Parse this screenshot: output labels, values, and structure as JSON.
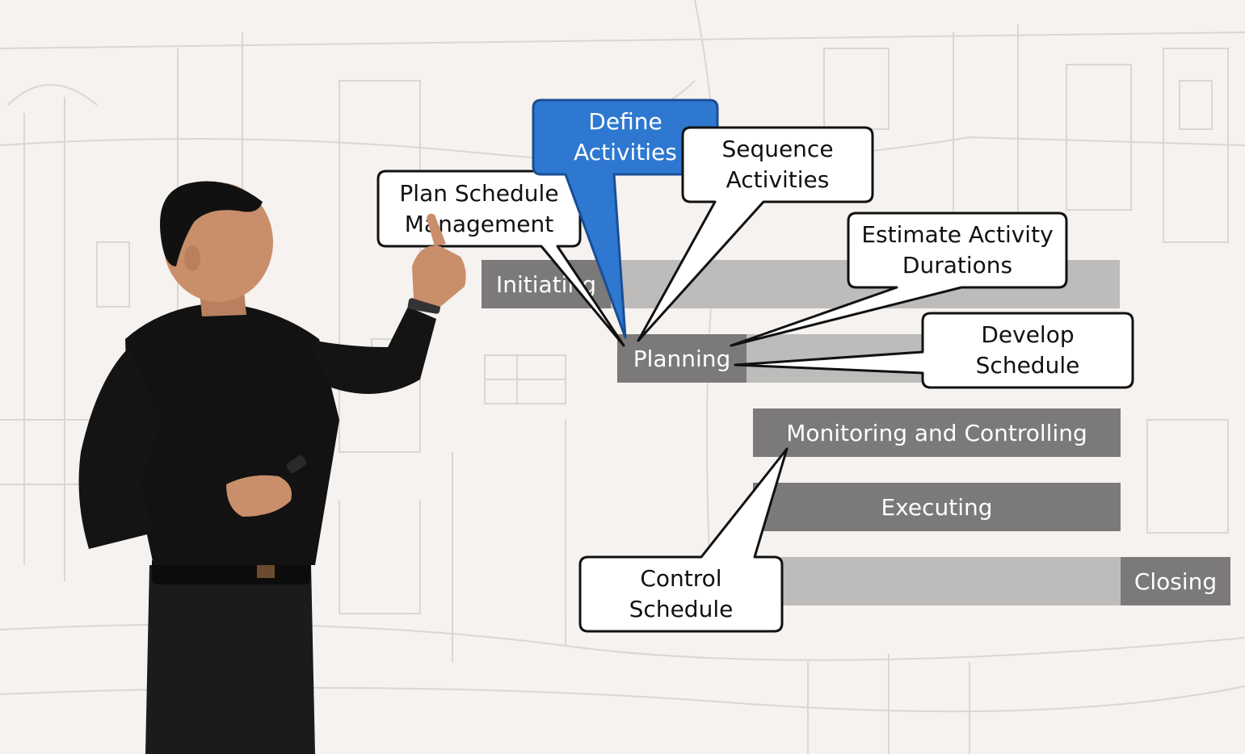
{
  "colors": {
    "background": "#f5f2ef",
    "sketch_lines": "#d9d4cf",
    "phase_bar_dark": "#7b7979",
    "phase_bar_light": "#bdbcbb",
    "bubble_fill": "#ffffff",
    "bubble_stroke": "#111111",
    "highlight_fill": "#2e78d1",
    "highlight_stroke": "#1a4f94",
    "phase_text": "#ffffff"
  },
  "phases": {
    "initiating": "Initiating",
    "planning": "Planning",
    "monitoring": "Monitoring and Controlling",
    "executing": "Executing",
    "closing": "Closing"
  },
  "callouts": {
    "plan_schedule_management": "Plan Schedule\nManagement",
    "define_activities": "Define\nActivities",
    "sequence_activities": "Sequence\nActivities",
    "estimate_activity_durations": "Estimate Activity\nDurations",
    "develop_schedule": "Develop\nSchedule",
    "control_schedule": "Control\nSchedule"
  },
  "highlighted_callout": "define_activities",
  "presenter": {
    "icon": "person-presenting-icon"
  }
}
